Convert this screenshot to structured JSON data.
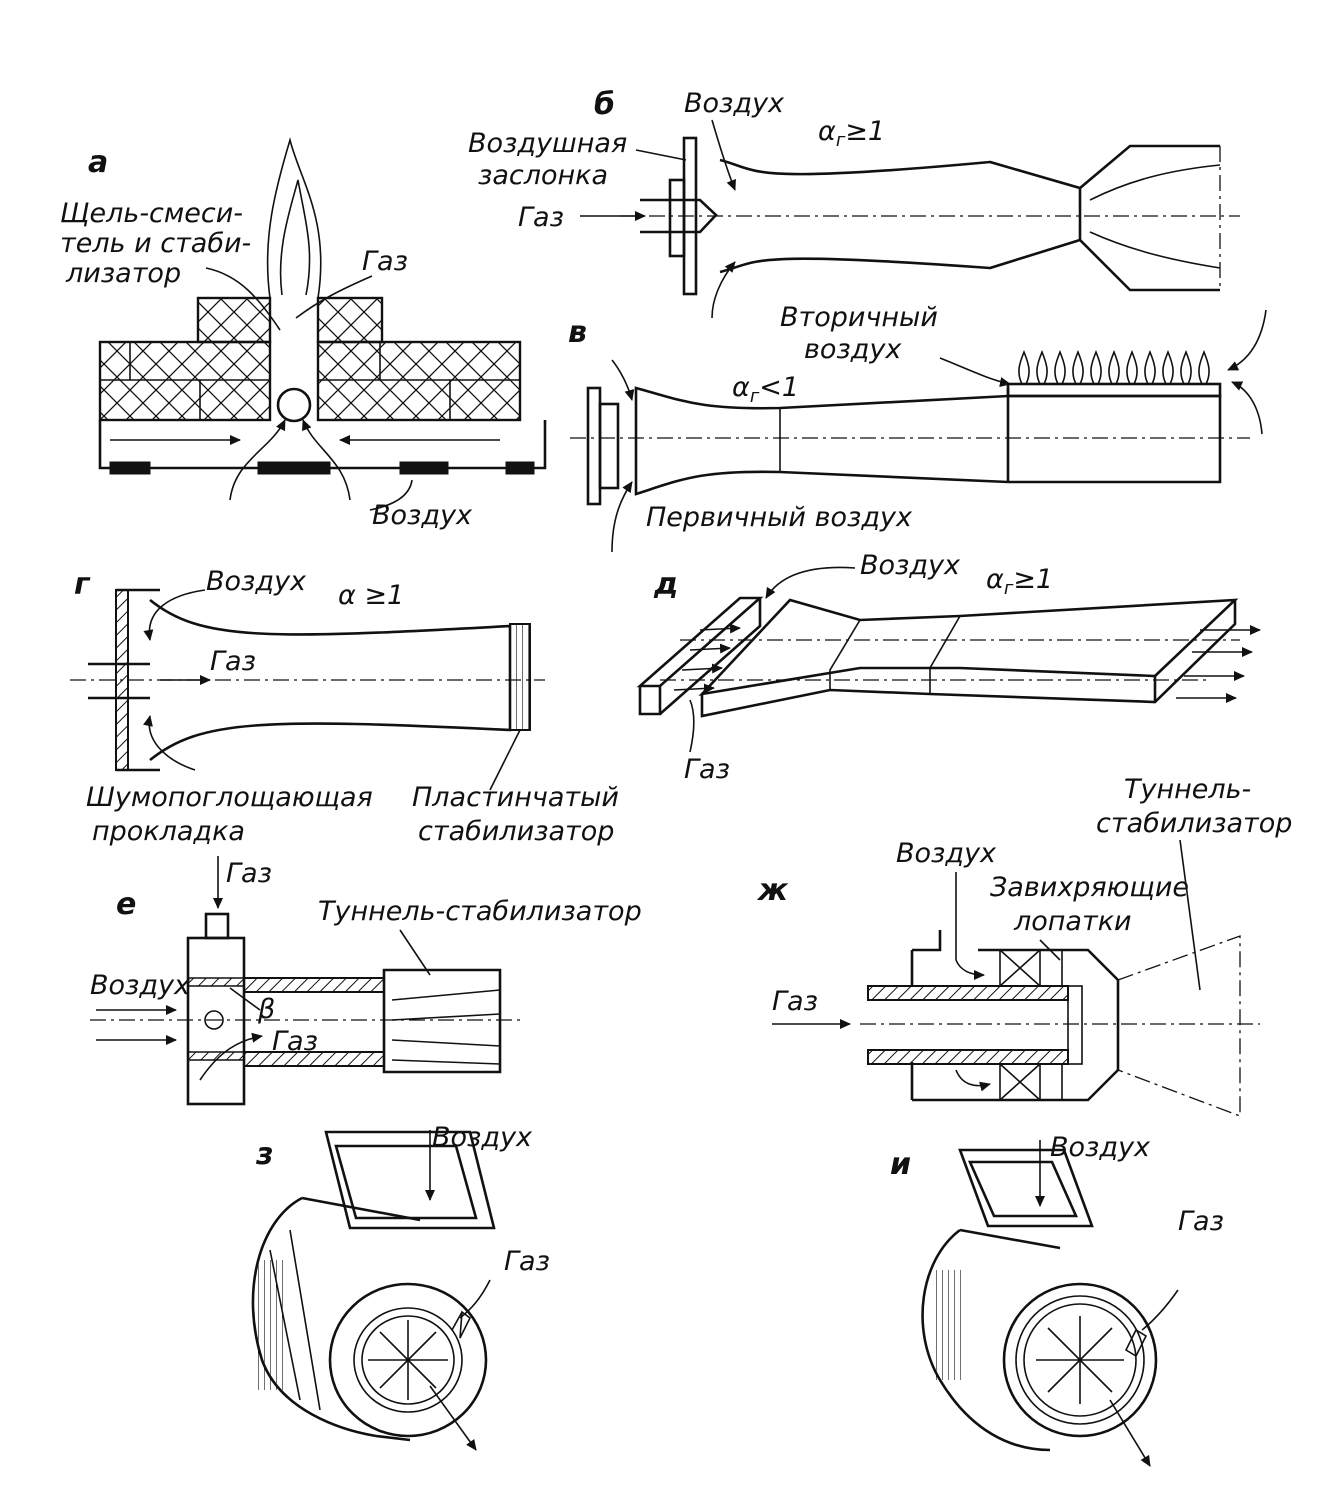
{
  "colors": {
    "ink": "#111111",
    "paper": "#ffffff"
  },
  "panels": {
    "a": {
      "letter": "а",
      "slot_line1": "Щель-смеси-",
      "slot_line2": "тель и стаби-",
      "slot_line3": "лизатор",
      "gas": "Газ",
      "air": "Воздух"
    },
    "b": {
      "letter": "б",
      "air": "Воздух",
      "damper_line1": "Воздушная",
      "damper_line2": "заслонка",
      "gas": "Газ",
      "alpha": "α",
      "alpha_sub": "г",
      "alpha_cond": "≥1"
    },
    "v": {
      "letter": "в",
      "secondary_line1": "Вторичный",
      "secondary_line2": "воздух",
      "alpha": "α",
      "alpha_sub": "г",
      "alpha_cond": "<1",
      "primary": "Первичный воздух"
    },
    "g": {
      "letter": "г",
      "air": "Воздух",
      "alpha": "α ≥1",
      "gas": "Газ",
      "pad_line1": "Шумопоглощающая",
      "pad_line2": "прокладка",
      "stab_line1": "Пластинчатый",
      "stab_line2": "стабилизатор"
    },
    "d": {
      "letter": "д",
      "air": "Воздух",
      "alpha": "α",
      "alpha_sub": "г",
      "alpha_cond": "≥1",
      "gas": "Газ"
    },
    "e": {
      "letter": "е",
      "gas_top": "Газ",
      "tunnel": "Туннель-стабилизатор",
      "air": "Воздух",
      "beta": "β",
      "gas_inner": "Газ"
    },
    "zh": {
      "letter": "ж",
      "tunnel_line1": "Туннель-",
      "tunnel_line2": "стабилизатор",
      "air": "Воздух",
      "vanes_line1": "Завихряющие",
      "vanes_line2": "лопатки",
      "gas": "Газ"
    },
    "z": {
      "letter": "з",
      "air": "Воздух",
      "gas": "Газ"
    },
    "i": {
      "letter": "и",
      "air": "Воздух",
      "gas": "Газ"
    }
  }
}
